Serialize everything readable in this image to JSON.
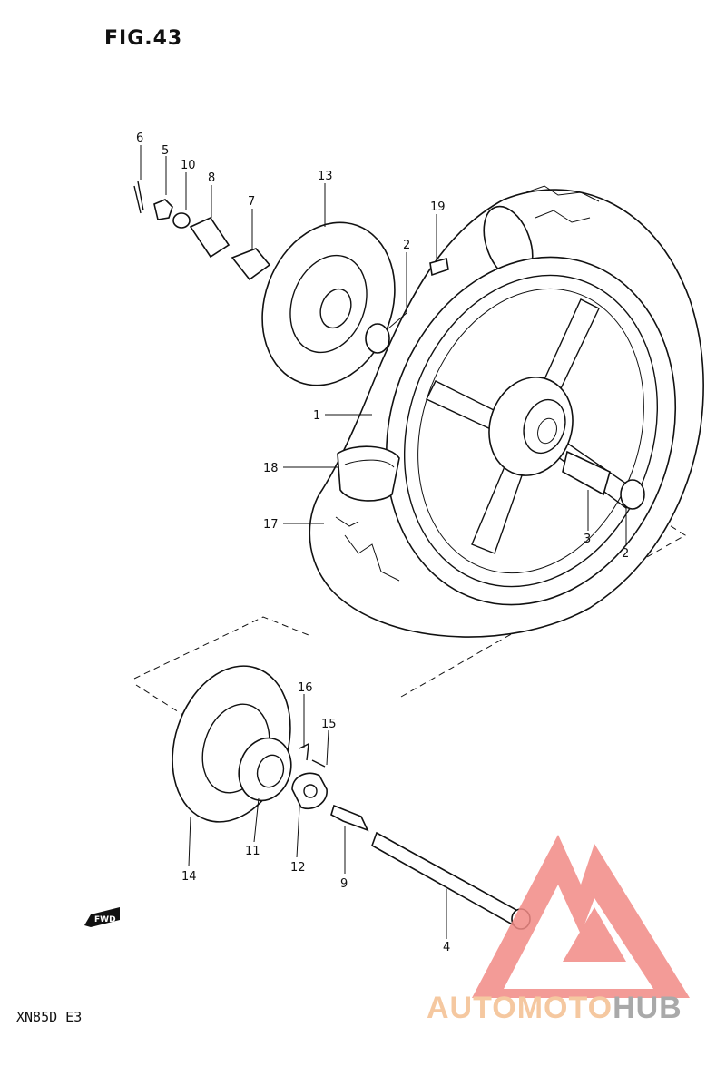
{
  "figure": {
    "title": "FIG.43",
    "model": "XN85D E3"
  },
  "direction_badge": "FWD",
  "callouts": [
    "6",
    "5",
    "10",
    "8",
    "7",
    "13",
    "19",
    "2",
    "1",
    "18",
    "17",
    "3",
    "2",
    "16",
    "15",
    "11",
    "14",
    "12",
    "9",
    "4"
  ],
  "watermark": {
    "brand_a": "AUTOMOTO",
    "brand_b": "HUB",
    "color_a": "#f5c8a0",
    "color_b": "#a9a9a9",
    "logo_color": "#f28a86"
  }
}
